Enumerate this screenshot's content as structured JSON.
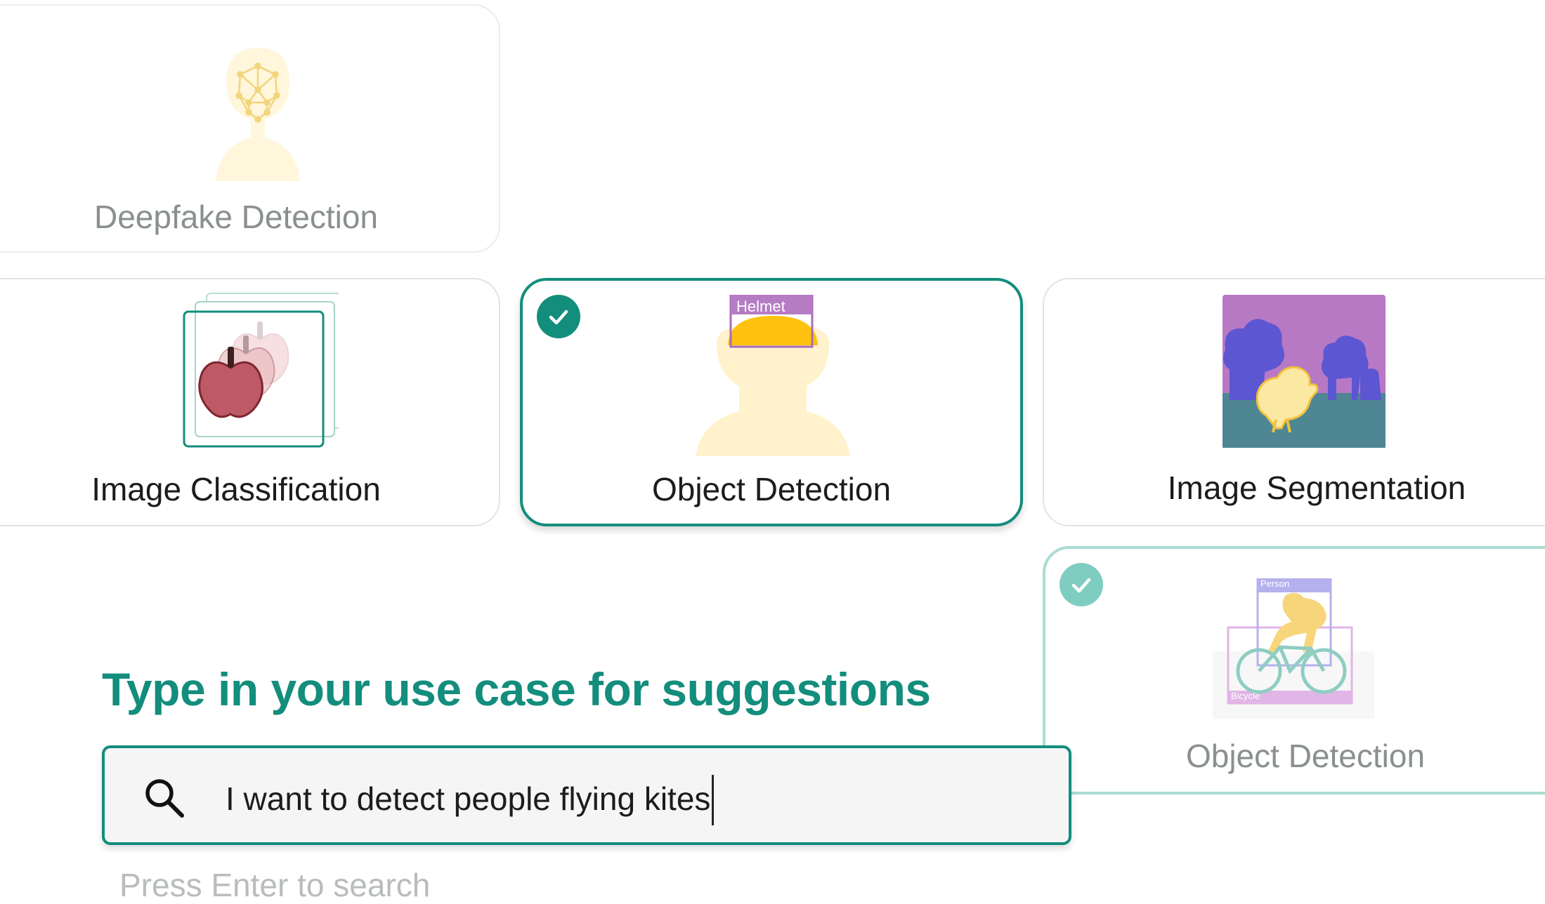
{
  "cards": {
    "deepfake": {
      "label": "Deepfake Detection"
    },
    "classification": {
      "label": "Image Classification"
    },
    "object_detection": {
      "label": "Object Detection",
      "tag": "Helmet",
      "selected": true
    },
    "segmentation": {
      "label": "Image Segmentation"
    },
    "object_detection_2": {
      "label": "Object Detection",
      "tag_person": "Person",
      "tag_bicycle": "Bicycle",
      "selected": true
    }
  },
  "search": {
    "heading": "Type in your use case for suggestions",
    "value": "I want to detect people flying kites",
    "hint": "Press Enter to search"
  },
  "colors": {
    "accent": "#138d7c",
    "accent_faded": "#7fcdc0",
    "heading": "#138d7c"
  },
  "icons": {
    "search": "magnifier-icon",
    "check": "checkmark-icon"
  }
}
